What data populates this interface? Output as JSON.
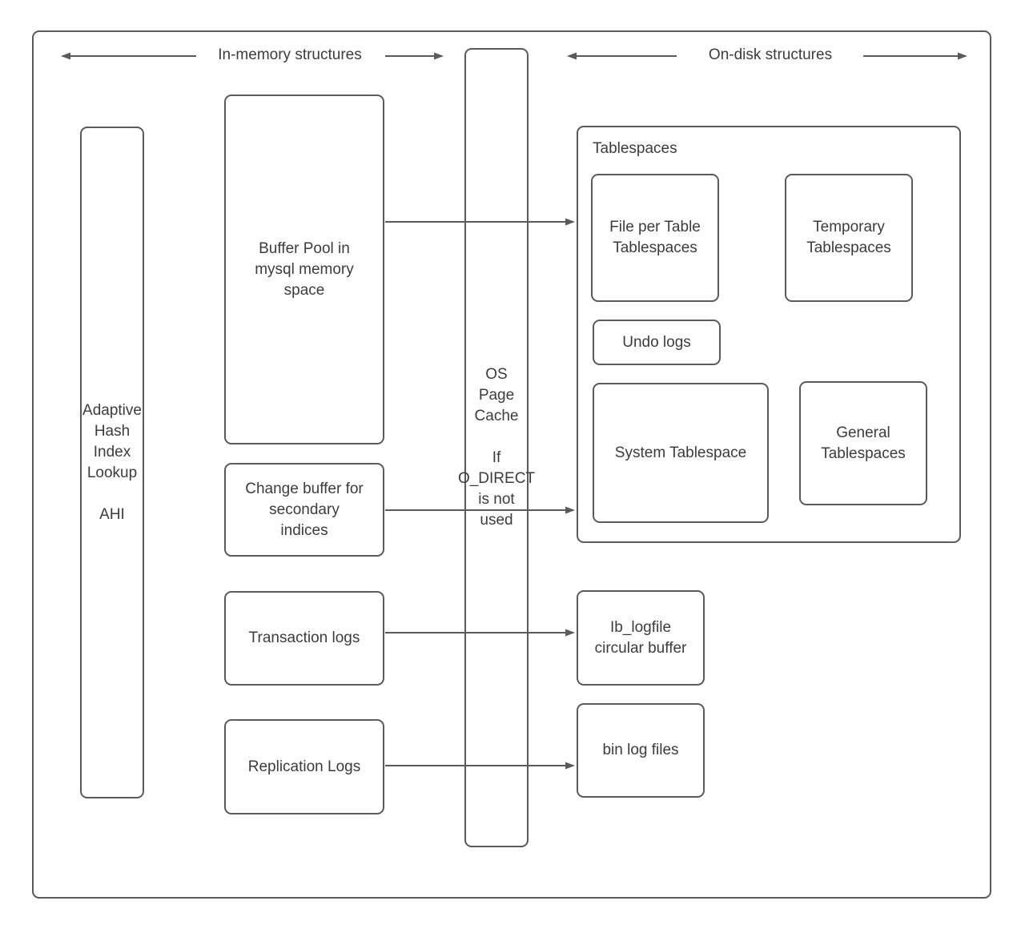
{
  "header": {
    "in_memory_label": "In-memory structures",
    "on_disk_label": "On-disk structures"
  },
  "in_memory": {
    "adaptive_hash_index": "Adaptive\nHash\nIndex\nLookup\n\nAHI",
    "buffer_pool": "Buffer Pool in\nmysql memory\nspace",
    "change_buffer": "Change buffer for\nsecondary\nindices",
    "transaction_logs": "Transaction logs",
    "replication_logs": "Replication Logs"
  },
  "cache": {
    "os_page_cache": "OS\nPage\nCache\n\nIf\nO_DIRECT\nis not\nused"
  },
  "on_disk": {
    "tablespaces_title": "Tablespaces",
    "file_per_table_tablespaces": "File per Table\nTablespaces",
    "temporary_tablespaces": "Temporary\nTablespaces",
    "undo_logs": "Undo logs",
    "system_tablespace": "System Tablespace",
    "general_tablespaces": "General\nTablespaces",
    "ib_logfile": "Ib_logfile\ncircular buffer",
    "bin_log_files": "bin log files"
  },
  "colors": {
    "stroke": "#5a5a5a",
    "text": "#3c3c3c",
    "background": "#ffffff"
  }
}
